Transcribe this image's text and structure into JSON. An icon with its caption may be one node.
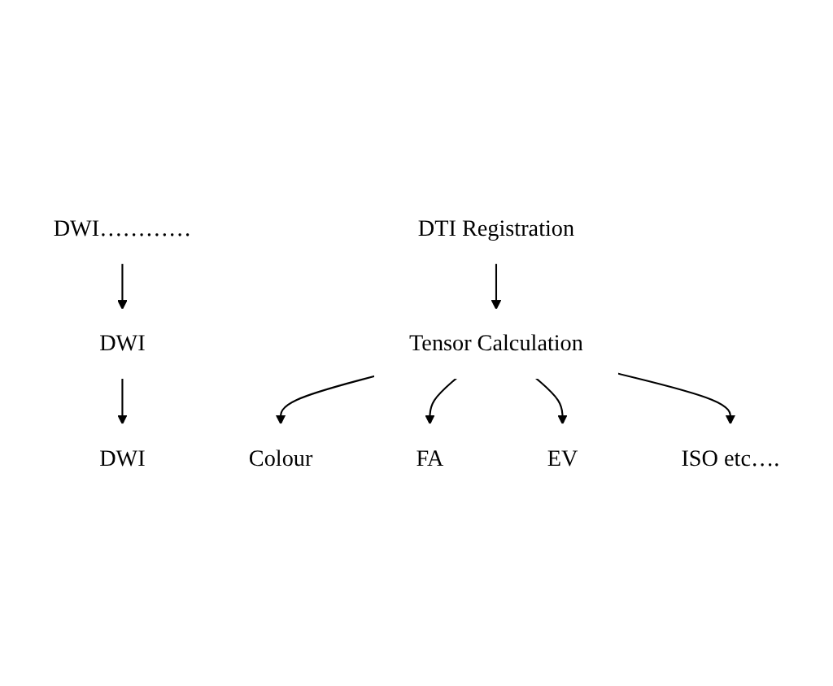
{
  "diagram": {
    "nodes": [
      {
        "text": [
          "DWI"
        ]
      },
      {
        "text": [
          "DWI"
        ]
      },
      {
        "text": [
          "DWI…………"
        ]
      },
      {
        "text": [
          "DTI Registration"
        ]
      },
      {
        "text": [
          "Tensor Calculation"
        ]
      },
      {
        "text": [
          "Colour"
        ]
      },
      {
        "text": [
          "FA"
        ]
      },
      {
        "text": [
          "EV"
        ]
      },
      {
        "text": [
          "ISO etc…."
        ]
      }
    ],
    "edges": [
      {
        "from": 1,
        "to": 0,
        "arrow": "to"
      },
      {
        "from": 2,
        "to": 1,
        "arrow": "to"
      },
      {
        "from": 3,
        "to": 4,
        "arrow": "to"
      },
      {
        "from": 4,
        "to": 5,
        "arrow": "to"
      },
      {
        "from": 4,
        "to": 6,
        "arrow": "to"
      },
      {
        "from": 4,
        "to": 7,
        "arrow": "to"
      },
      {
        "from": 4,
        "to": 8,
        "arrow": "to"
      }
    ]
  }
}
